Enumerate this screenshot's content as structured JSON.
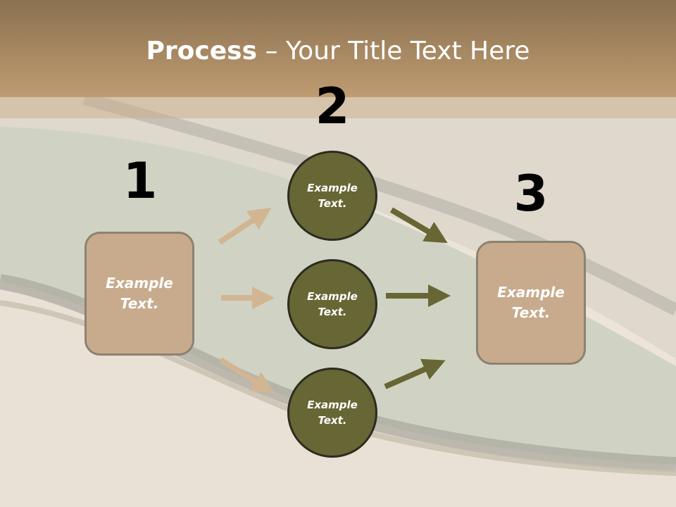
{
  "slide": {
    "title_bold": "Process",
    "title_rest": " – Your Title Text Here"
  },
  "diagram": {
    "steps": [
      {
        "number": "1",
        "nodes": [
          "Example\nText."
        ]
      },
      {
        "number": "2",
        "nodes": [
          "Example\nText.",
          "Example\nText.",
          "Example\nText."
        ]
      },
      {
        "number": "3",
        "nodes": [
          "Example\nText."
        ]
      }
    ]
  },
  "colors": {
    "title_bar": "#bf9c72",
    "box_fill": "#c8ab8c",
    "circle_fill": "#676635",
    "arrow_left": "#d2b593",
    "arrow_right": "#676635",
    "band_green": "#d0d3c3"
  }
}
